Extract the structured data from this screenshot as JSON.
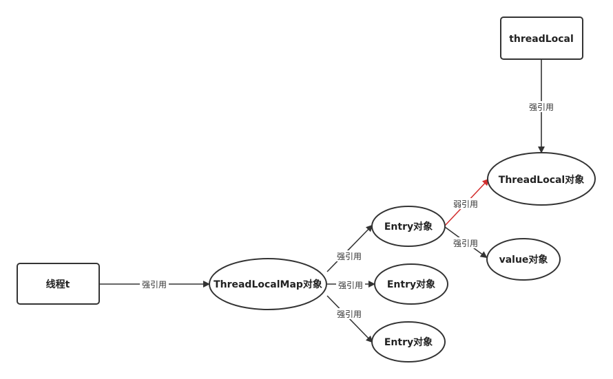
{
  "colors": {
    "stroke": "#333333",
    "weak_ref": "#d32f2f",
    "background": "#ffffff"
  },
  "nodes": {
    "thread_t": "线程t",
    "thread_local_map": "ThreadLocalMap对象",
    "entry_1": "Entry对象",
    "entry_2": "Entry对象",
    "entry_3": "Entry对象",
    "thread_local_obj": "ThreadLocal对象",
    "value_obj": "value对象",
    "thread_local_ref": "threadLocal"
  },
  "edges": {
    "t_to_map": "强引用",
    "map_to_entry1": "强引用",
    "map_to_entry2": "强引用",
    "map_to_entry3": "强引用",
    "entry1_to_threadlocal": "弱引用",
    "entry1_to_value": "强引用",
    "ref_to_threadlocal": "强引用"
  }
}
